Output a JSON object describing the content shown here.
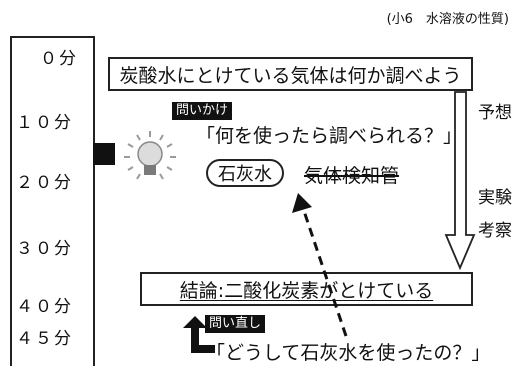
{
  "header": {
    "unit_label": "(小6　水溶液の性質)"
  },
  "timeline": {
    "ticks": [
      "０分",
      "１０分",
      "２０分",
      "３０分",
      "４０分",
      "４５分"
    ]
  },
  "theme_box": {
    "text": "炭酸水にとけている気体は何か調べよう"
  },
  "question_1": {
    "tag": "問いかけ",
    "text": "「何を使ったら調べられる？」"
  },
  "answers": {
    "selected": "石灰水",
    "rejected": "気体検知管"
  },
  "side_labels": {
    "prediction": "予想",
    "experiment": "実験",
    "discussion": "考察"
  },
  "conclusion_box": {
    "text": "結論:二酸化炭素がとけている"
  },
  "question_2": {
    "tag": "問い直し",
    "text": "「どうして石灰水を使ったの？」"
  },
  "icons": {
    "marker": "black-square-icon",
    "idea": "lightbulb-icon",
    "flow": "down-arrow-icon",
    "return": "bent-up-arrow-icon"
  },
  "colors": {
    "ink": "#111111",
    "bulb": "#9a9a9a"
  }
}
